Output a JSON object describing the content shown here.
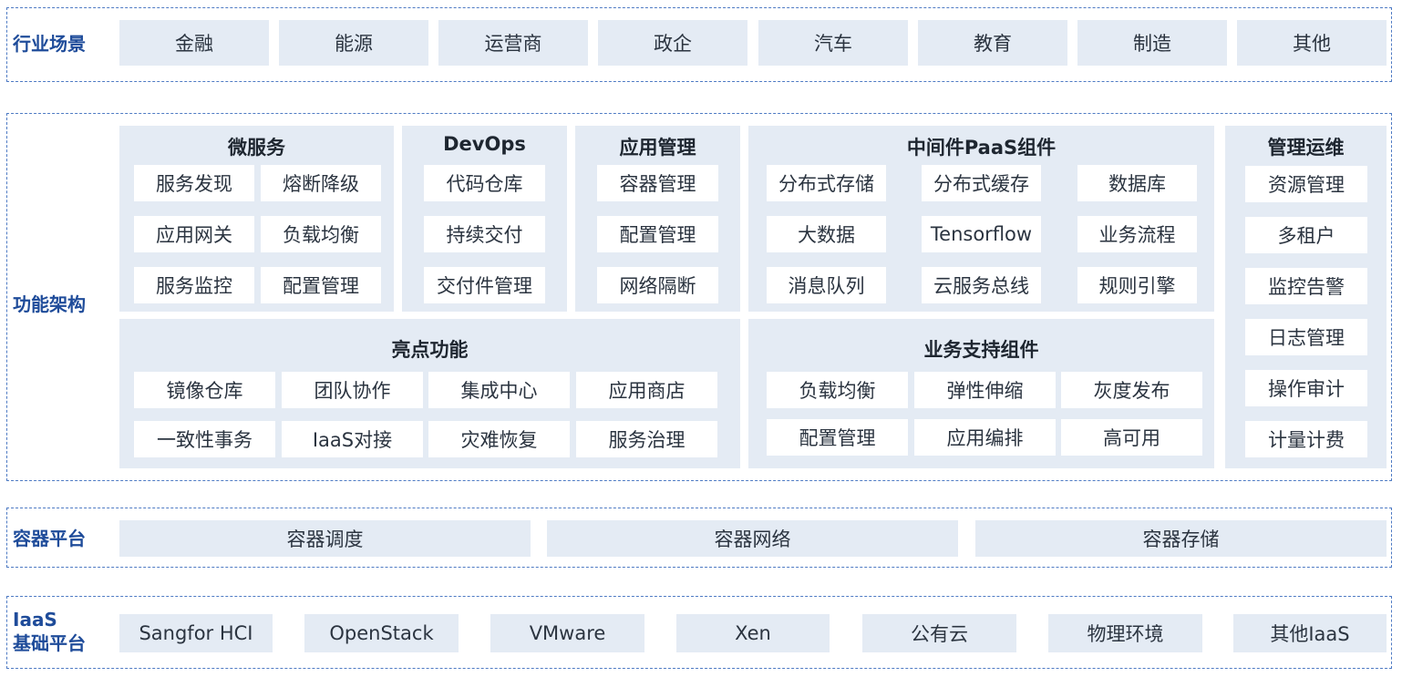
{
  "industry": {
    "label": "行业场景",
    "items": [
      "金融",
      "能源",
      "运营商",
      "政企",
      "汽车",
      "教育",
      "制造",
      "其他"
    ]
  },
  "function": {
    "label": "功能架构",
    "microservice": {
      "title": "微服务",
      "items": [
        "服务发现",
        "熔断降级",
        "应用网关",
        "负载均衡",
        "服务监控",
        "配置管理"
      ]
    },
    "devops": {
      "title": "DevOps",
      "items": [
        "代码仓库",
        "持续交付",
        "交付件管理"
      ]
    },
    "appmgmt": {
      "title": "应用管理",
      "items": [
        "容器管理",
        "配置管理",
        "网络隔断"
      ]
    },
    "middleware": {
      "title": "中间件PaaS组件",
      "items": [
        "分布式存储",
        "分布式缓存",
        "数据库",
        "大数据",
        "Tensorflow",
        "业务流程",
        "消息队列",
        "云服务总线",
        "规则引擎"
      ]
    },
    "ops": {
      "title": "管理运维",
      "items": [
        "资源管理",
        "多租户",
        "监控告警",
        "日志管理",
        "操作审计",
        "计量计费"
      ]
    },
    "highlights": {
      "title": "亮点功能",
      "items": [
        "镜像仓库",
        "团队协作",
        "集成中心",
        "应用商店",
        "一致性事务",
        "IaaS对接",
        "灾难恢复",
        "服务治理"
      ]
    },
    "business": {
      "title": "业务支持组件",
      "items": [
        "负载均衡",
        "弹性伸缩",
        "灰度发布",
        "配置管理",
        "应用编排",
        "高可用"
      ]
    }
  },
  "container": {
    "label": "容器平台",
    "items": [
      "容器调度",
      "容器网络",
      "容器存储"
    ]
  },
  "iaas": {
    "label_line1": "IaaS",
    "label_line2": "基础平台",
    "items": [
      "Sangfor HCI",
      "OpenStack",
      "VMware",
      "Xen",
      "公有云",
      "物理环境",
      "其他IaaS"
    ]
  }
}
